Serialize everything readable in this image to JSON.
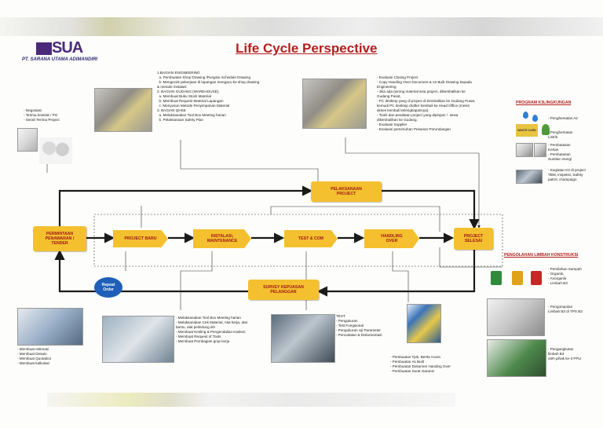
{
  "header": {
    "logo_text": "SUA",
    "company": "PT. SARANA UTAMA ADIMANDIRI",
    "title": "Life Cycle Perspective"
  },
  "left_notes": {
    "top": "- Negosiasi\n- Terima kontrak / PO\n- Serah Terima Project",
    "bottom": "- Membuat estimasi\n- Membuat Desain\n- Membuat Quotation\n- Membuat kalkulasi"
  },
  "center_notes": {
    "bagian": "1.BAGIAN ENGINEERING\n  a. Pembuatan Shop Drawing /Pungsiu Schedule Drawing\n  b. Mengecek pekerjaan di lapangan mengacu ke shop drawing\n& metode instalasi\n2. BAGIAN GUDANG (WAREHOUSE),\n  a. Membuat Buku Stock Material\n  b. Membuat Request Material Lapangan\n  c. Menyusun Metode Penyimpanan Material\n3. BAGIAN QHSE\n  a. Melaksanakan Tool Box Meeting harian\n  b. Pelaksanaan Safety Plan",
    "closing": "- Evaluasi Closing Project\n- Copy Handing Over Document & As Built Drawing kepada\nEngineering\n- Jika ada (wrong material sisa project, dikembalikan ke\nGudang Pusat,\n- PC desktop yang di project di kembalikan ke Gudang Pusat,\nkemudi PC desktop drafter kembali ke Head Office (mesin\nakses kembali kelengkapannya).\n- Tools dan peralatan project yang dipinjam /  sewa\ndikembalikan ke Gudang.\n- Evaluasi Supplier\n- Evaluasi pemenuhan Pesanan Perundangan",
    "instalasi": "- Melaksanakan Tool Box Meeting harian\n- Melaksanakan Cek Material, Alat kerja, alat\nbantu, alat pelindung diri\n- Membuat Kesling & Pengendalian Kaskon\n- Membuat Request of Tools\n- Membuat Pembagian grup kerja",
    "test": "TEST\n- Pengukuran\n- Test Fungsional\n- Pengukuran Uji Parameter\n- Pencatatan & Dokumentasi",
    "handover": "- Pembuatan Tjek. Berita Acara\n- Pembuatan As Built\n- Pembuatan Dokumen Handing Over\n- Pembuatan Surat Garansi"
  },
  "flow": {
    "permintaan": "PERMINTAAN\nPENAWARAN /\nTENDER",
    "project_baru": "PROJECT BARU",
    "instalasi": "INSTALASI,\nMAINTENANCE",
    "test_com": "TEST & COM",
    "handling": "HANDLING\nOVER",
    "selesai": "PROJECT\nSELESAI",
    "pelaksanaan": "PELAKSANAAN\nPROJECT",
    "survey": "SURVEY KEPUASAN\nPELANGGAN",
    "repeat": "Repeat\nOrder"
  },
  "program": {
    "header": "PROGRAM K3LINGKUNGAN",
    "items": [
      "- Penghematan Air",
      "- Penghematan\nListrik",
      "- Pembatasan\nKertas\n- Pembatasan\nSumber energi",
      "- Kegiatan K3 di project\nTBM, inspeksi, Safety\npatrol, champaign"
    ],
    "badge": "WASTE CARD"
  },
  "limbah": {
    "header": "PENGOLAHAN LIMBAH KONSTRUKSI",
    "items": [
      "- Pemilahan Sampah\n- Organik,\n- Anorganik\n- Limbah B3",
      "- Pengumpulan\nLimbah B3 di TPS B3",
      "- Pengangkutan\nlimbah B3\noleh pihak ke-3 PPLI"
    ]
  },
  "colors": {
    "box": "#f4c02f",
    "box_text": "#a01818",
    "arrow": "#1a1a1a",
    "title": "#b21f1f",
    "repeat": "#1f5fb8"
  }
}
